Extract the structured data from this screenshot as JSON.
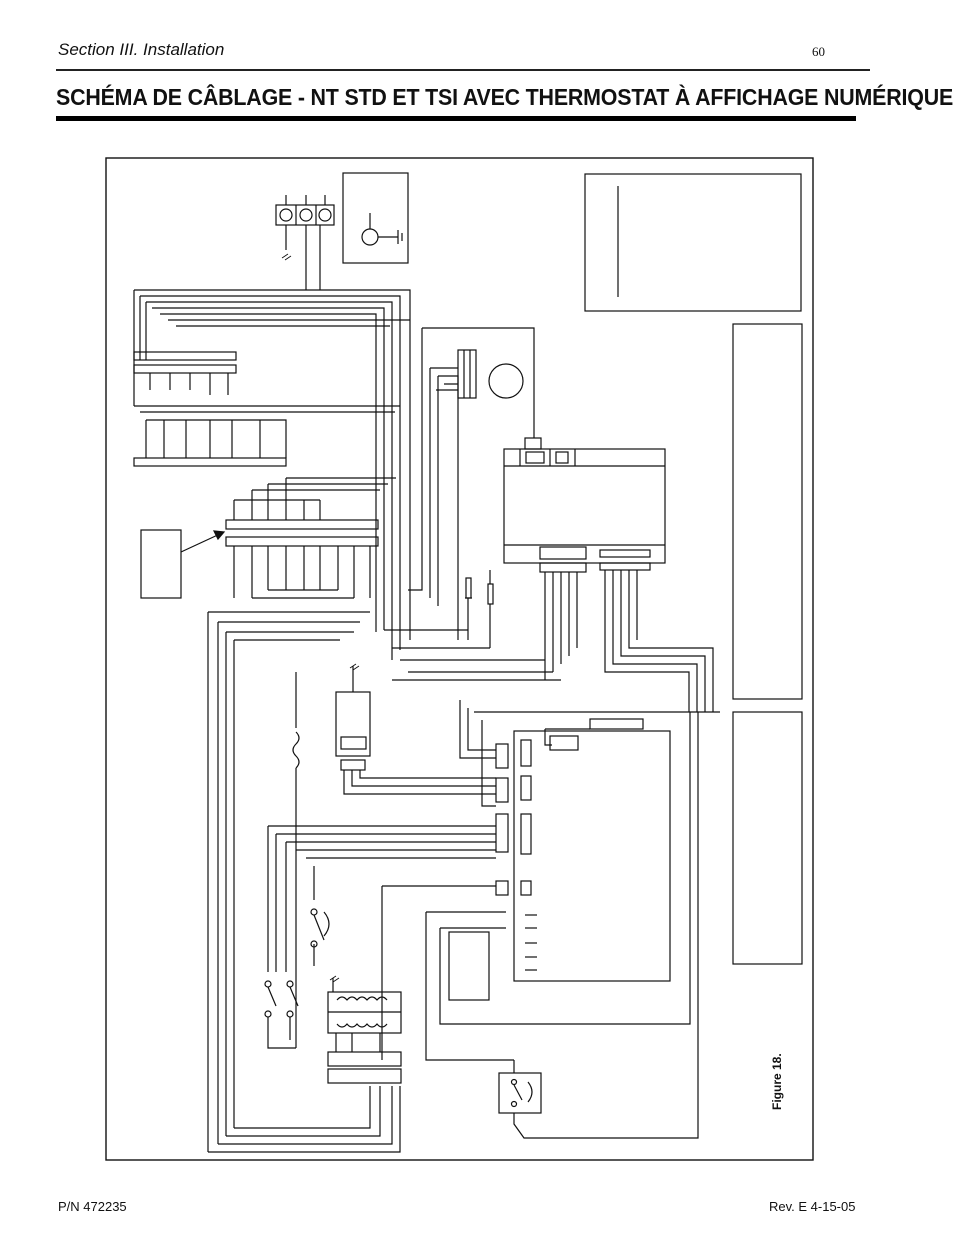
{
  "header": {
    "section": "Section III.   Installation",
    "page_number": "60"
  },
  "title": "SCHÉMA DE CÂBLAGE - NT STD ET TSI AVEC THERMOSTAT À AFFICHAGE NUMÉRIQUE",
  "diagram": {
    "figure_label": "Figure 18."
  },
  "footer": {
    "part_number": "P/N  472235",
    "revision": "Rev. E   4-15-05"
  }
}
